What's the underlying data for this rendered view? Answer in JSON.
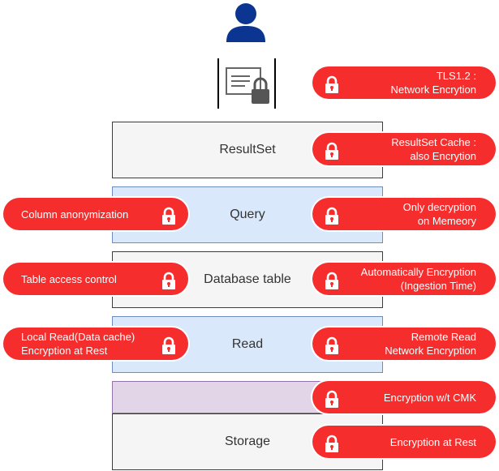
{
  "layers": {
    "resultset": "ResultSet",
    "query": "Query",
    "database_table": "Database table",
    "read": "Read",
    "storage": "Storage"
  },
  "pills": {
    "tls": "TLS1.2 :\nNetwork Encrytion",
    "resultset_cache": "ResultSet Cache :\nalso Encrytion",
    "only_decryption": "Only decryption\non Memeory",
    "auto_encryption": "Automatically Encryption\n(Ingestion Time)",
    "remote_read": "Remote Read\nNetwork Encryption",
    "encryption_cmk": "Encryption w/t CMK",
    "encryption_rest": "Encryption at Rest",
    "column_anon": "Column anonymization",
    "table_access": "Table access control",
    "local_read": "Local Read(Data cache)\nEncryption at Rest"
  },
  "icons": {
    "user": "user-icon",
    "certificate": "certificate-lock-icon",
    "lock": "lock-icon"
  },
  "colors": {
    "pill": "#f52d2d",
    "user": "#0b3591",
    "layer_gray": "#f5f5f5",
    "layer_blue": "#dae8fc",
    "layer_purple": "#e1d5e7"
  }
}
